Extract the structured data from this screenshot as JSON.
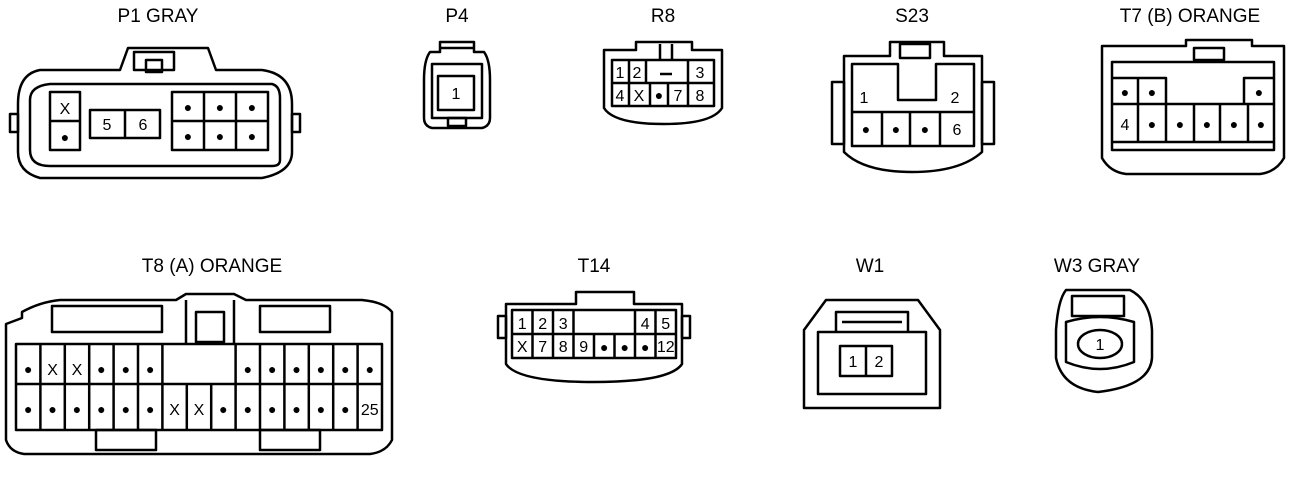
{
  "connectors": {
    "p1": {
      "title": "P1  GRAY",
      "pins": [
        "X",
        "5",
        "6",
        "●"
      ]
    },
    "p4": {
      "title": "P4",
      "pins": [
        "1"
      ]
    },
    "r8": {
      "title": "R8",
      "pins": [
        "1",
        "2",
        "3",
        "4",
        "X",
        "●",
        "7",
        "8"
      ]
    },
    "s23": {
      "title": "S23",
      "pins": [
        "1",
        "2",
        "●",
        "6"
      ]
    },
    "t7b": {
      "title": "T7 (B)  ORANGE",
      "pins": [
        "●",
        "4"
      ]
    },
    "t8a": {
      "title": "T8 (A)  ORANGE",
      "pins": [
        "●",
        "X",
        "25"
      ]
    },
    "t14": {
      "title": "T14",
      "pins": [
        "1",
        "2",
        "3",
        "4",
        "5",
        "X",
        "7",
        "8",
        "9",
        "●",
        "12"
      ]
    },
    "w1": {
      "title": "W1",
      "pins": [
        "1",
        "2"
      ]
    },
    "w3": {
      "title": "W3  GRAY",
      "pins": [
        "1"
      ]
    }
  },
  "colors": {
    "line": "#000000",
    "background": "#ffffff"
  },
  "dot": "●"
}
